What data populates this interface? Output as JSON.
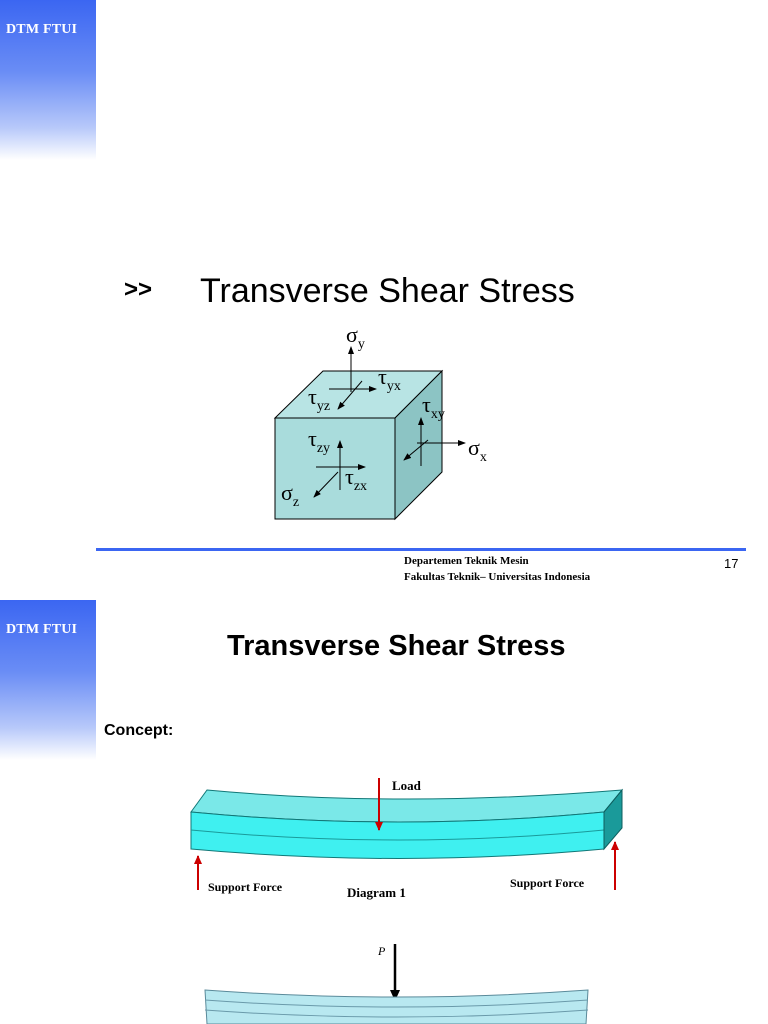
{
  "slide1": {
    "brand": "DTM FTUI",
    "bullet": ">>",
    "title": "Transverse Shear Stress",
    "labels": {
      "sigma_y_main": "σ",
      "sigma_y_sub": "y",
      "tau_yx_main": "τ",
      "tau_yx_sub": "yx",
      "tau_yz_main": "τ",
      "tau_yz_sub": "yz",
      "tau_xy_main": "τ",
      "tau_xy_sub": "xy",
      "sigma_x_main": "σ",
      "sigma_x_sub": "x",
      "tau_zy_main": "τ",
      "tau_zy_sub": "zy",
      "tau_zx_main": "τ",
      "tau_zx_sub": "zx",
      "sigma_z_main": "σ",
      "sigma_z_sub": "z"
    },
    "footer": {
      "department": "Departemen Teknik Mesin",
      "faculty": "Fakultas Teknik– Universitas Indonesia",
      "page": "17"
    },
    "colors": {
      "cube": "#a9dcdc",
      "brand_bar": "#3b66f2",
      "footer_line": "#3b66f2"
    }
  },
  "slide2": {
    "brand": "DTM FTUI",
    "title": "Transverse Shear Stress",
    "concept": "Concept:",
    "diagram": {
      "load": "Load",
      "support_left": "Support Force",
      "support_right": "Support Force",
      "caption": "Diagram 1",
      "p_label": "P"
    },
    "colors": {
      "beam": "#3ff0f0",
      "beam_side": "#1a9a9a",
      "arrows": "#cc0000"
    }
  }
}
